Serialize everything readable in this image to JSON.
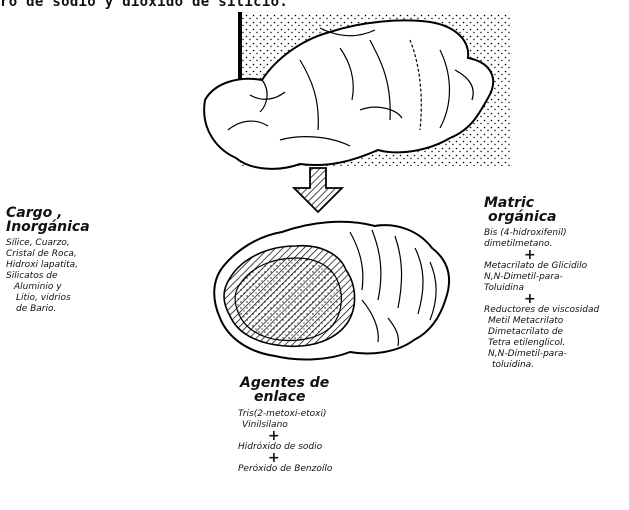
{
  "caption_line": "ro de sodio y dióxido de silicio.",
  "left": {
    "title": [
      "Cargo ,",
      "Inorgánica"
    ],
    "lines": [
      "Sílice, Cuarzo,",
      "Cristal de Roca,",
      "Hidroxi lapatita,",
      "Silicatos de",
      "Aluminio y",
      "Litio, vidrios",
      "de Bario."
    ]
  },
  "right": {
    "title": [
      "Matric",
      "orgánica"
    ],
    "item1": [
      "Bis (4-hidroxifenil)",
      "dimetilmetano."
    ],
    "item2": [
      "Metacrilato de Glicidilo",
      "N,N-Dimetil-para-",
      "Toluidina"
    ],
    "item3": [
      "Reductores de viscosidad",
      "Metil Metacrilato",
      "Dimetacrilato de",
      "Tetra etilenglicol.",
      "N,N-Dimetil-para-",
      "toluidina."
    ]
  },
  "bottom": {
    "title": [
      "Agentes de",
      "enlace"
    ],
    "item1": [
      "Tris(2-metoxi-etoxi)",
      "Vinilsilano"
    ],
    "item2": "Hidróxido de sodio",
    "item3": "Peróxido de Benzoílo"
  },
  "plus_sign": "+"
}
